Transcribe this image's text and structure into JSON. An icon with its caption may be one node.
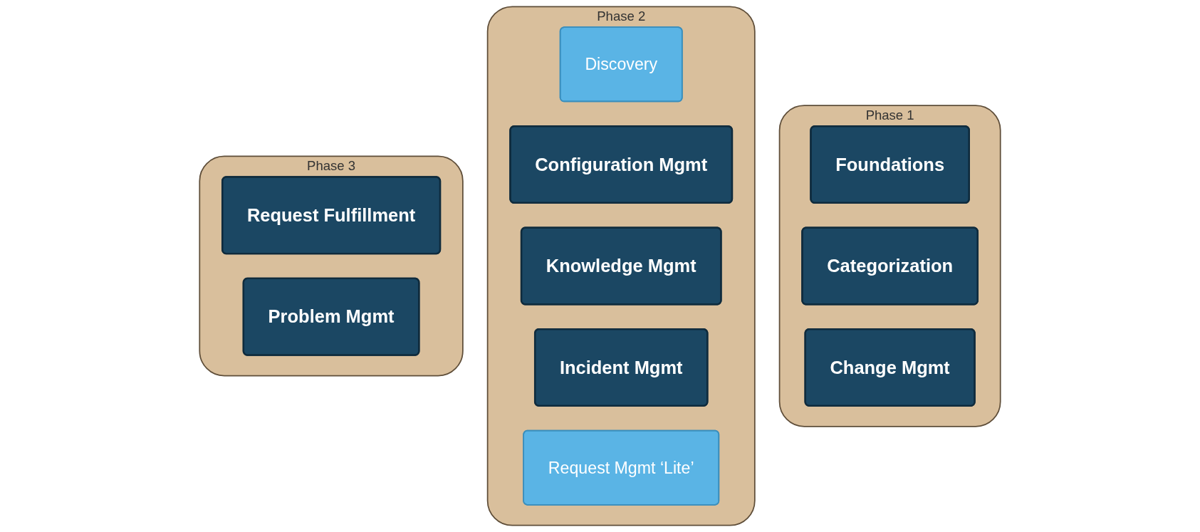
{
  "diagram": {
    "nodes": [
      {
        "text": [
          "Phase 1"
        ]
      },
      {
        "text": [
          "Foundations"
        ],
        "in": 0
      },
      {
        "text": [
          "Categorization"
        ],
        "in": 0
      },
      {
        "text": [
          "Change Mgmt"
        ],
        "in": 0
      },
      {
        "text": [
          "Phase 2"
        ]
      },
      {
        "text": [
          "Discovery"
        ],
        "in": 4
      },
      {
        "text": [
          "Configuration Mgmt"
        ],
        "in": 4
      },
      {
        "text": [
          "Knowledge Mgmt"
        ],
        "in": 4
      },
      {
        "text": [
          "Incident Mgmt"
        ],
        "in": 4
      },
      {
        "text": [
          "Request Mgmt ‘Lite’"
        ],
        "in": 4
      },
      {
        "text": [
          "Phase 3"
        ]
      },
      {
        "text": [
          "Request Fulfillment"
        ],
        "in": 10
      },
      {
        "text": [
          "Problem Mgmt"
        ],
        "in": 10
      }
    ]
  }
}
